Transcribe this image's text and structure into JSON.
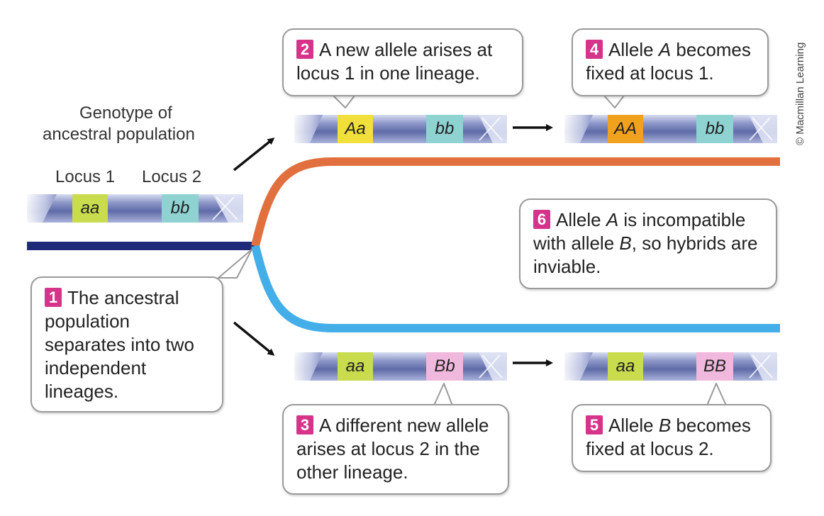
{
  "labels": {
    "genotype_line1": "Genotype of",
    "genotype_line2": "ancestral population",
    "locus1": "Locus 1",
    "locus2": "Locus 2"
  },
  "chromosomes": [
    {
      "id": "ancestral",
      "locus1": "aa",
      "locus2": "bb"
    },
    {
      "id": "upper-step1",
      "locus1": "Aa",
      "locus2": "bb"
    },
    {
      "id": "upper-step2",
      "locus1": "AA",
      "locus2": "bb"
    },
    {
      "id": "lower-step1",
      "locus1": "aa",
      "locus2": "Bb"
    },
    {
      "id": "lower-step2",
      "locus1": "aa",
      "locus2": "BB"
    }
  ],
  "callouts": {
    "c1": {
      "num": "1",
      "text": "The ancestral population separates into two independent lineages."
    },
    "c2": {
      "num": "2",
      "text": "A new allele arises at locus 1 in one lineage."
    },
    "c3": {
      "num": "3",
      "text": "A different new allele arises at locus 2 in the other lineage."
    },
    "c4": {
      "num": "4",
      "text_pre": "Allele ",
      "text_allele": "A",
      "text_post": " becomes fixed at locus 1."
    },
    "c5": {
      "num": "5",
      "text_pre": "Allele ",
      "text_allele": "B",
      "text_post": " becomes fixed at locus 2."
    },
    "c6": {
      "num": "6",
      "text_pre": "Allele ",
      "text_allele": "A",
      "text_mid": " is incompatible with allele ",
      "text_allele2": "B",
      "text_post": ", so hybrids are inviable."
    }
  },
  "credit": "© Macmillan Learning",
  "colors": {
    "ancestral_line": "#1f2a7a",
    "upper_lineage": "#e2703f",
    "lower_lineage": "#44aee8",
    "number_badge": "#d6338a",
    "allele_a_small": "#c9dc4e",
    "allele_A_het": "#f2e03a",
    "allele_AA": "#f0a21e",
    "allele_b": "#8fd2d2",
    "allele_B": "#f0b8dc"
  }
}
